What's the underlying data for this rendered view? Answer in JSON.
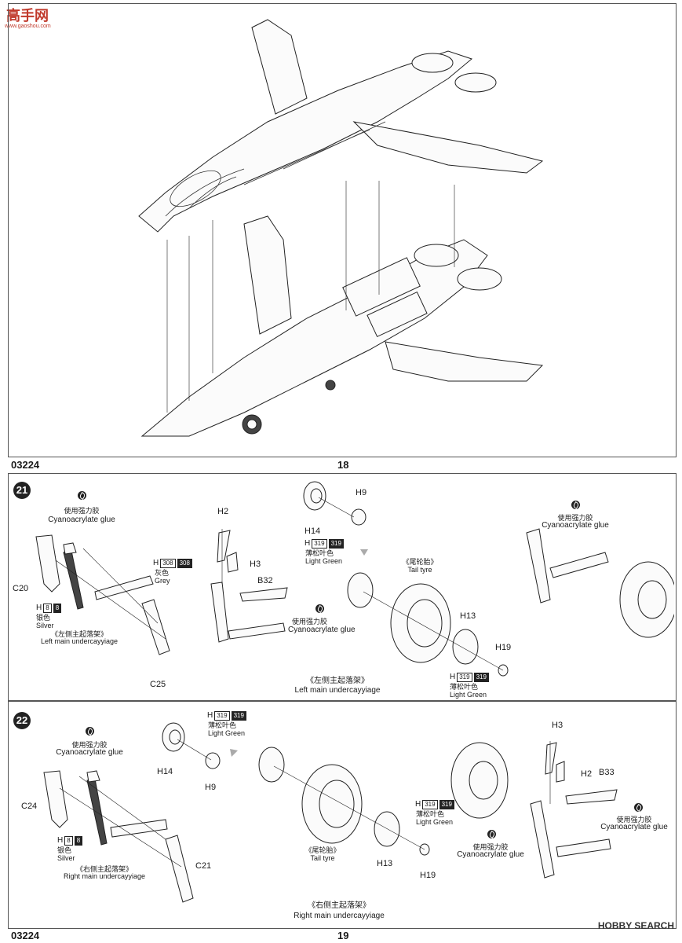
{
  "watermark_top": {
    "site": "高手网",
    "url": "www.gaoshou.com"
  },
  "watermark_bottom": "HOBBY SEARCH",
  "page18": {
    "code": "03224",
    "number": "18"
  },
  "page19": {
    "code": "03224",
    "number": "19"
  },
  "step21": {
    "number": "21",
    "glue_cn": "使用强力胶",
    "glue_en": "Cyanoacrylate glue",
    "parts": {
      "c20": "C20",
      "c25": "C25",
      "h2": "H2",
      "h3": "H3",
      "b32": "B32",
      "h9": "H9",
      "h14": "H14",
      "h13": "H13",
      "h19": "H19"
    },
    "paint_silver": {
      "letter": "H",
      "code1": "8",
      "code2": "8",
      "cn": "银色",
      "en": "Silver"
    },
    "paint_grey": {
      "letter": "H",
      "code1": "308",
      "code2": "308",
      "cn": "灰色",
      "en": "Grey"
    },
    "paint_green": {
      "letter": "H",
      "code1": "319",
      "code2": "319",
      "cn": "薄松叶色",
      "en": "Light Green"
    },
    "tail_tyre_cn": "《尾轮胎》",
    "tail_tyre_en": "Tail tyre",
    "left_main_cn": "《左侧主起落架》",
    "left_main_en": "Left main undercayyiage",
    "caption_cn": "《左侧主起落架》",
    "caption_en": "Left main undercayyiage"
  },
  "step22": {
    "number": "22",
    "glue_cn": "使用强力胶",
    "glue_en": "Cyanoacrylate glue",
    "parts": {
      "c24": "C24",
      "c21": "C21",
      "h14": "H14",
      "h9": "H9",
      "h13": "H13",
      "h19": "H19",
      "h3": "H3",
      "h2": "H2",
      "b33": "B33"
    },
    "paint_silver": {
      "letter": "H",
      "code1": "8",
      "code2": "8",
      "cn": "银色",
      "en": "Silver"
    },
    "paint_green": {
      "letter": "H",
      "code1": "319",
      "code2": "319",
      "cn": "薄松叶色",
      "en": "Light Green"
    },
    "tail_tyre_cn": "《尾轮胎》",
    "tail_tyre_en": "Tail tyre",
    "right_main_cn": "《右侧主起落架》",
    "right_main_en": "Right main undercayyiage",
    "caption_cn": "《右侧主起落架》",
    "caption_en": "Right main undercayyiage"
  }
}
